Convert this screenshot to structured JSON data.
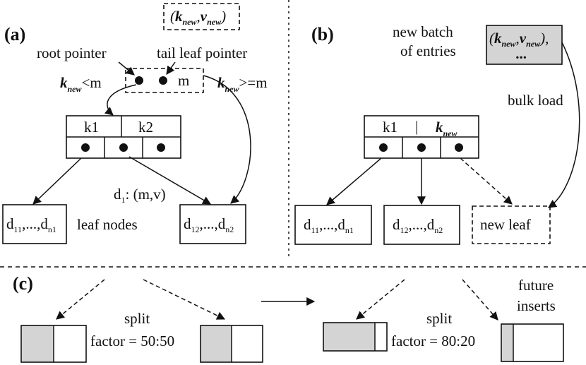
{
  "panels": {
    "a": "(a)",
    "b": "(b)",
    "c": "(c)"
  },
  "a": {
    "new_entry": {
      "k": "k",
      "k_sub": "new",
      "sep": ",",
      "v": "v",
      "v_sub": "new",
      "open": "(",
      "close": ")"
    },
    "root_pointer": "root pointer",
    "tail_leaf_pointer": "tail leaf pointer",
    "head_value": "m",
    "cond_left": {
      "k": "k",
      "sub": "new",
      "rest": "<m"
    },
    "cond_right": {
      "k": "k",
      "sub": "new",
      "rest": ">=m"
    },
    "root_keys": [
      "k1",
      "k2"
    ],
    "d1_label": {
      "d": "d",
      "sub": "1",
      "rest": ": (m,v)"
    },
    "leaf_left": {
      "a": "d",
      "a_sub": "11",
      "mid": ",...,",
      "b": "d",
      "b_sub": "n1"
    },
    "leaf_right": {
      "a": "d",
      "a_sub": "12",
      "mid": ",...,",
      "b": "d",
      "b_sub": "n2"
    },
    "leaf_nodes_label": "leaf nodes"
  },
  "b": {
    "batch_line1": "new batch",
    "batch_line2": "of entries",
    "batch_box": {
      "open": "(",
      "k": "k",
      "k_sub": "new",
      "sep": ",",
      "v": "v",
      "v_sub": "new",
      "close": "),",
      "dots": "..."
    },
    "bulk_load": "bulk load",
    "root_key1": "k1",
    "root_sep": "|",
    "root_key2": {
      "k": "k",
      "sub": "new"
    },
    "leaf_left": {
      "a": "d",
      "a_sub": "11",
      "mid": ",...,",
      "b": "d",
      "b_sub": "n1"
    },
    "leaf_mid": {
      "a": "d",
      "a_sub": "12",
      "mid": ",...,",
      "b": "d",
      "b_sub": "n2"
    },
    "new_leaf": "new leaf"
  },
  "c": {
    "left_split_word": "split",
    "left_factor": "factor = 50:50",
    "left_fill_fraction": 0.5,
    "right_split_word": "split",
    "right_factor": "factor = 80:20",
    "right_fill_fraction": 0.8,
    "future_line1": "future",
    "future_line2": "inserts"
  },
  "colors": {
    "filled": "#d4d4d4",
    "ink": "#111111"
  }
}
